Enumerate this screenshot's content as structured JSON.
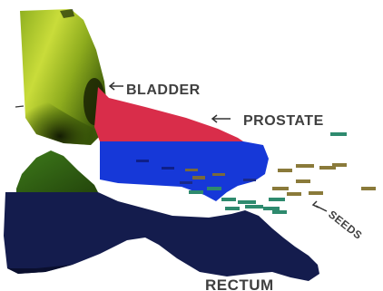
{
  "labels": {
    "bladder": "BLADDER",
    "prostate": "PROSTATE",
    "seeds": "SEEDS",
    "rectum": "RECTUM"
  },
  "colors": {
    "bladder_light": "#b8cf2a",
    "bladder_mid": "#7fa21c",
    "bladder_dark": "#1f2a05",
    "prostate_red": "#d92d4a",
    "prostate_blue": "#1638d8",
    "rectum_dark": "#141c4d",
    "rectum_green": "#3f6a18",
    "seed_teal": "#2e8a6e",
    "seed_olive": "#8a7a3a",
    "label_text": "#3f3f3f"
  }
}
